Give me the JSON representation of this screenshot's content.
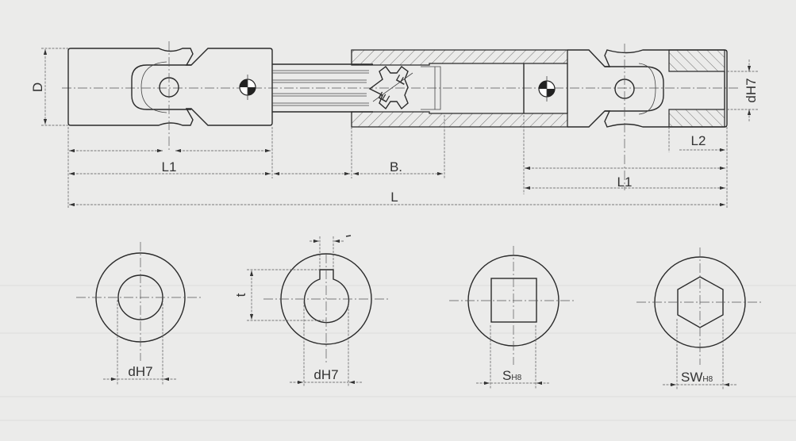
{
  "drawing": {
    "side_view_labels": {
      "diameter": "D",
      "bore_right": "dH7",
      "length_joint_left": "L1",
      "length_joint_right": "L1",
      "slide_length": "B.",
      "total_length": "L",
      "bore_depth": "L2",
      "spline_e": "E",
      "spline_f": "F"
    },
    "end_views": [
      {
        "type": "round-bore",
        "label": "dH7"
      },
      {
        "type": "keyed-bore",
        "label": "dH7",
        "key_depth_label": "t"
      },
      {
        "type": "square-bore",
        "label": "S",
        "label_sub": "H8"
      },
      {
        "type": "hex-bore",
        "label": "SW",
        "label_sub": "H8"
      }
    ]
  },
  "colors": {
    "background": "#ebebea",
    "line": "#2a2a2a"
  }
}
